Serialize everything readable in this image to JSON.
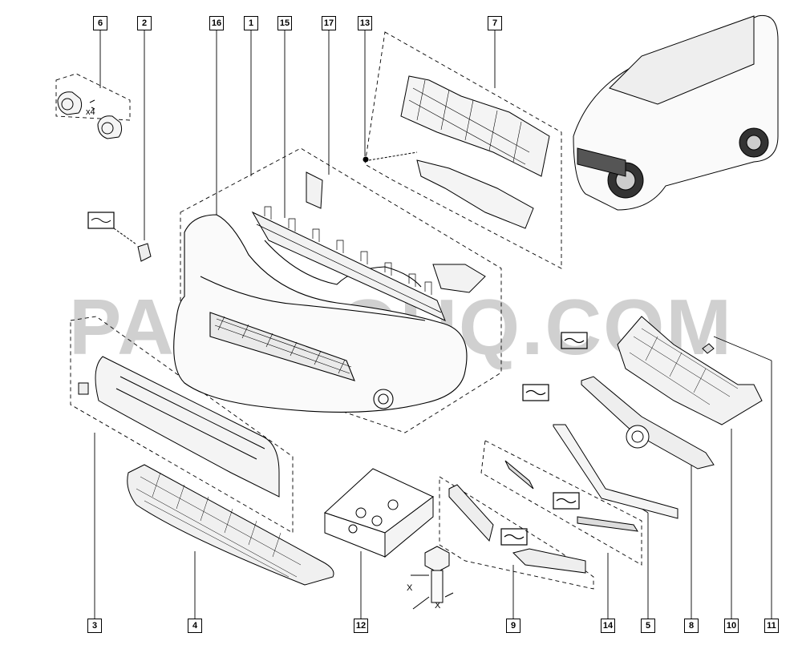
{
  "watermark": "PARTSOUQ.COM",
  "callouts": {
    "c1": "1",
    "c2": "2",
    "c3": "3",
    "c4": "4",
    "c5": "5",
    "c6": "6",
    "c7": "7",
    "c8": "8",
    "c9": "9",
    "c10": "10",
    "c11": "11",
    "c12": "12",
    "c13": "13",
    "c14": "14",
    "c15": "15",
    "c16": "16",
    "c17": "17"
  },
  "notes": {
    "x4": "x4",
    "x_top": "X",
    "x_bottom": "X"
  }
}
